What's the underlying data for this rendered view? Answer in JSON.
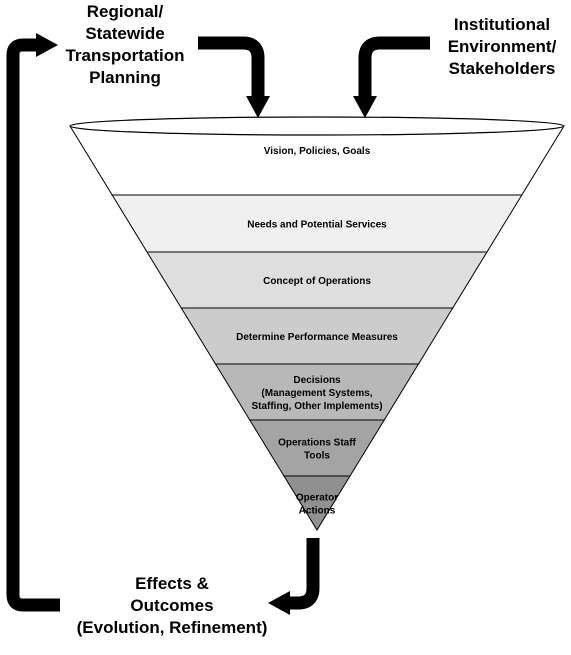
{
  "labels": {
    "regional": "Regional/\nStatewide\nTransportation\nPlanning",
    "institutional": "Institutional\nEnvironment/\nStakeholders",
    "effects": "Effects &\nOutcomes\n(Evolution, Refinement)"
  },
  "funnel_levels": [
    {
      "text": "Vision, Policies, Goals",
      "fill": "#ffffff"
    },
    {
      "text": "Needs and Potential Services",
      "fill": "#f0f0f0"
    },
    {
      "text": "Concept of Operations",
      "fill": "#dedede"
    },
    {
      "text": "Determine Performance Measures",
      "fill": "#cccccc"
    },
    {
      "text": "Decisions\n(Management Systems,\nStaffing, Other Implements)",
      "fill": "#b8b8b8"
    },
    {
      "text": "Operations Staff\nTools",
      "fill": "#a4a4a4"
    },
    {
      "text": "Operator\nActions",
      "fill": "#909090"
    }
  ]
}
